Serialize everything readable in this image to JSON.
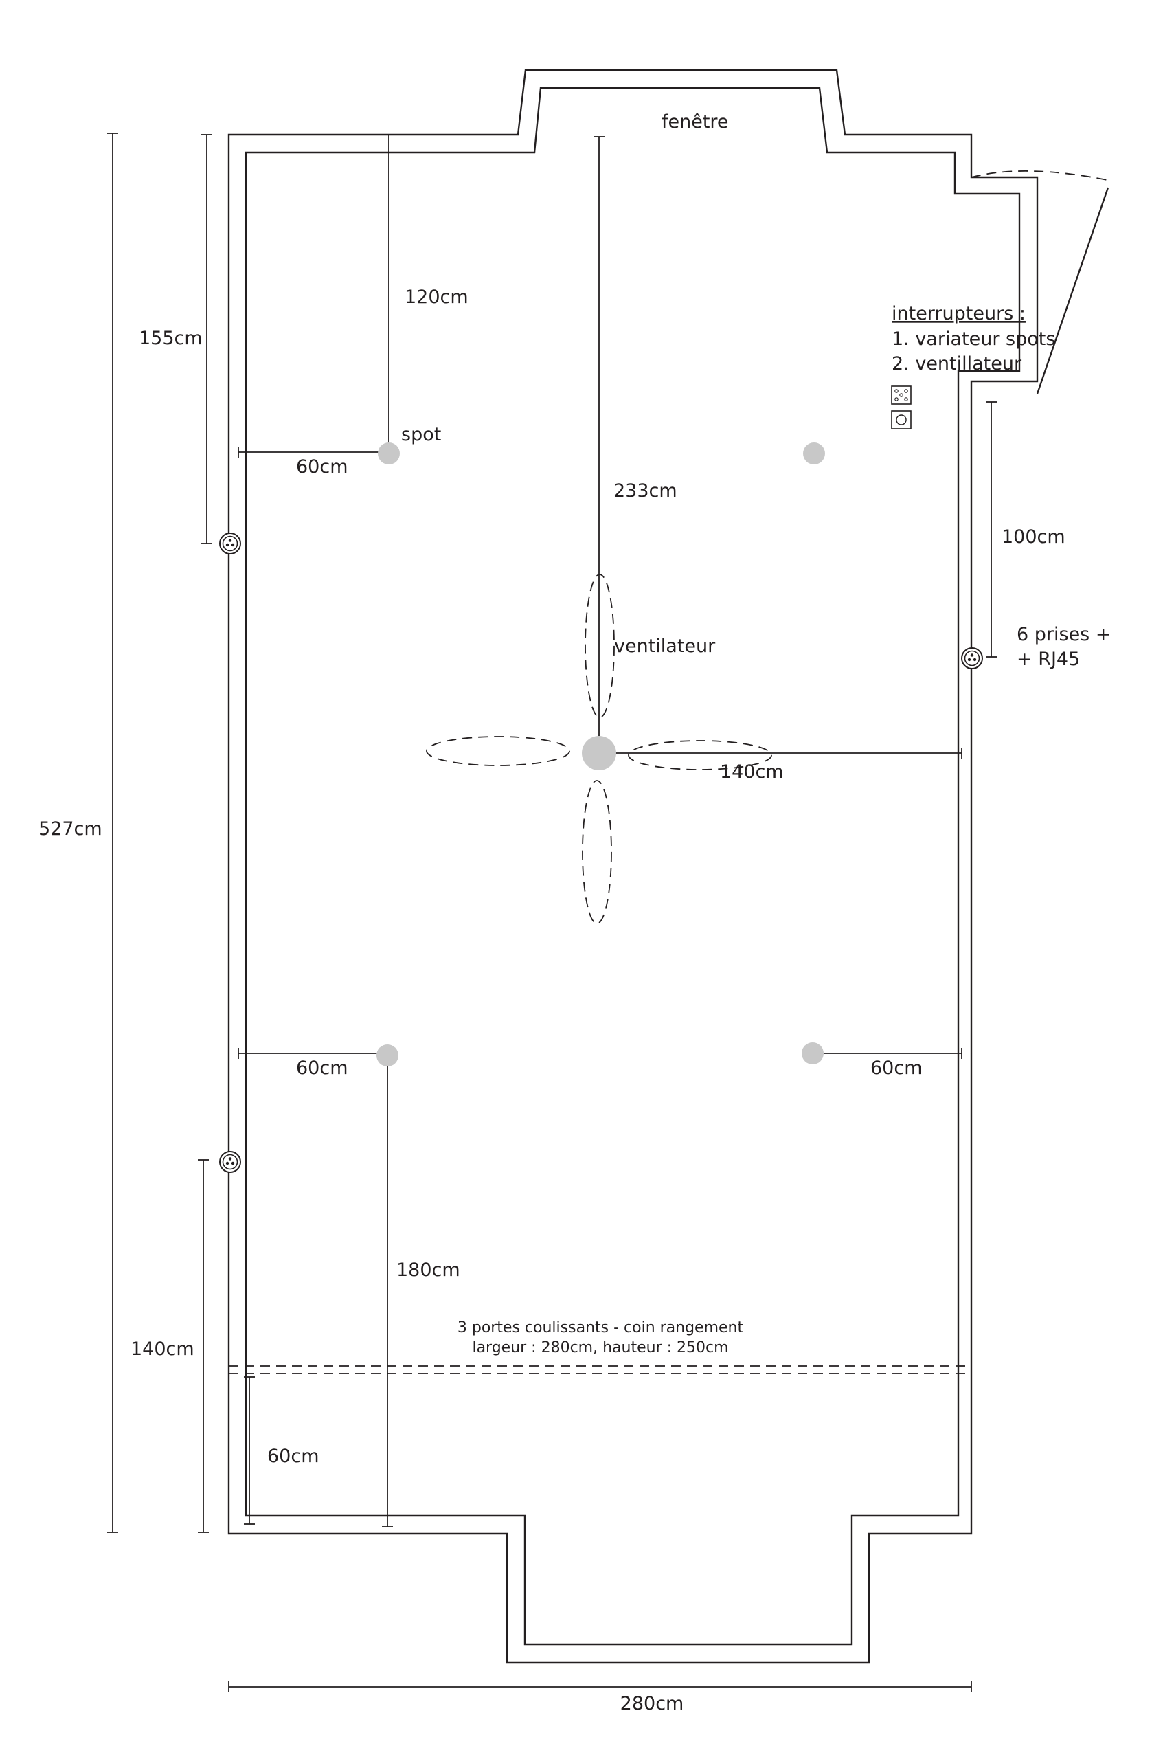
{
  "labels": {
    "window": "fenêtre",
    "spot": "spot",
    "fan": "ventilateur",
    "switches_title": "interrupteurs :",
    "switch_1": "1. variateur spots",
    "switch_2": "2. ventillateur",
    "outlets_line1": "6 prises +",
    "outlets_line2": "+ RJ45",
    "doors_line1": "3 portes coulissants - coin rangement",
    "doors_line2": "largeur : 280cm, hauteur : 250cm"
  },
  "dimensions": {
    "total_height": "527cm",
    "total_width": "280cm",
    "left_top_outlet": "155cm",
    "wall_to_spot_top": "120cm",
    "spot_left_offset_top": "60cm",
    "window_to_fan": "233cm",
    "right_outlet": "100cm",
    "fan_to_right_wall": "140cm",
    "spot_left_offset_bottom": "60cm",
    "spot_right_offset_bottom": "60cm",
    "spot_to_bottom_wall": "180cm",
    "left_bottom_outlet": "140cm",
    "storage_depth": "60cm"
  }
}
